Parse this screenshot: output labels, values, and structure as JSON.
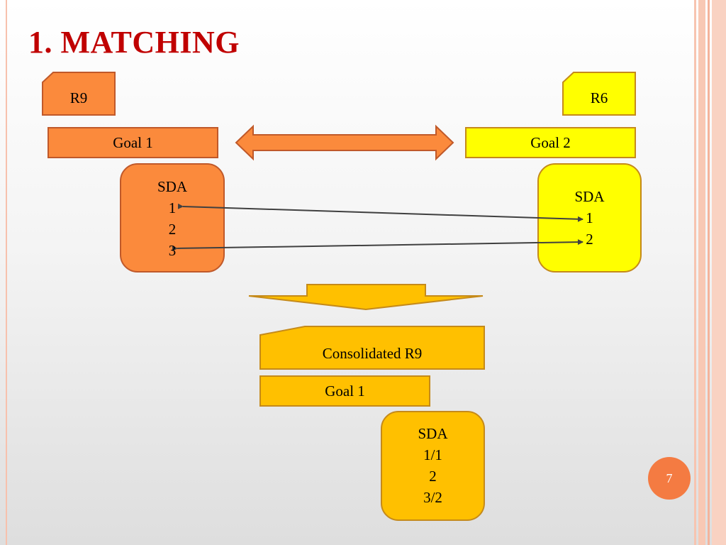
{
  "slide": {
    "title": "1. MATCHING",
    "page_number": "7"
  },
  "colors": {
    "orange_fill": "#fb8a3c",
    "orange_stroke": "#c0592a",
    "yellow_fill": "#ffff00",
    "yellow_stroke": "#c58a1a",
    "gold_fill": "#ffc000",
    "title_red": "#c00000"
  },
  "left_report": {
    "name": "R9",
    "goal": "Goal 1",
    "sda_heading": "SDA",
    "sda_items": [
      "1",
      "2",
      "3"
    ]
  },
  "right_report": {
    "name": "R6",
    "goal": "Goal 2",
    "sda_heading": "SDA",
    "sda_items": [
      "1",
      "2"
    ]
  },
  "consolidated": {
    "name": "Consolidated R9",
    "goal": "Goal 1",
    "sda_heading": "SDA",
    "sda_items": [
      "1/1",
      "2",
      "3/2"
    ]
  },
  "connectors": [
    {
      "from": "left-sda-1",
      "to": "right-sda-1"
    },
    {
      "from": "left-sda-3",
      "to": "right-sda-2"
    }
  ]
}
